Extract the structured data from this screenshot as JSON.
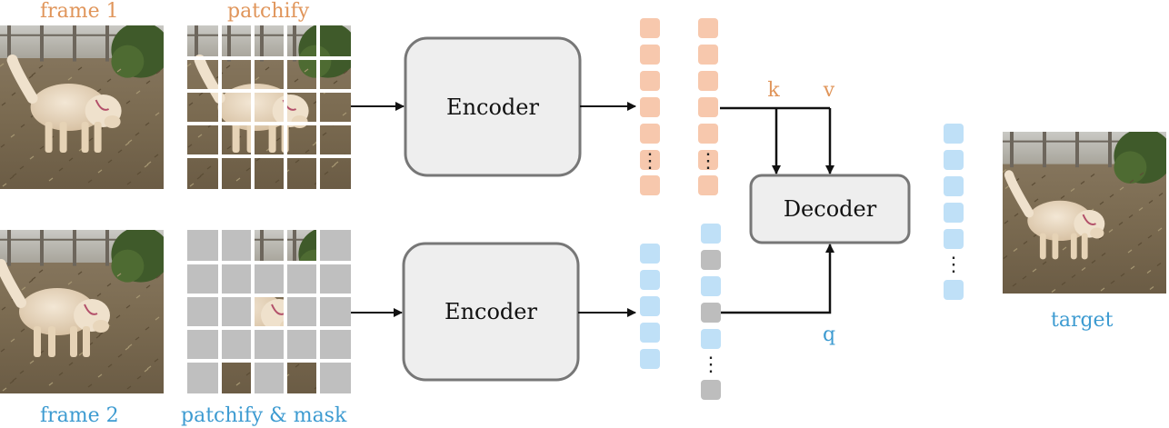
{
  "labels": {
    "frame1": "frame 1",
    "patchify": "patchify",
    "frame2": "frame 2",
    "patchify_mask": "patchify & mask",
    "target": "target"
  },
  "blocks": {
    "encoder_top": "Encoder",
    "encoder_bottom": "Encoder",
    "decoder": "Decoder"
  },
  "attention": {
    "k": "k",
    "v": "v",
    "q": "q"
  },
  "ellipsis": "⋮",
  "colors": {
    "orange_text": "#e0955a",
    "blue_text": "#3d9bd1",
    "orange_token": "#f7c8ad",
    "blue_token": "#bfe0f7",
    "gray_token": "#bdbdbd",
    "mask_patch": "#bfbfbf",
    "box_fill": "#eeeeee",
    "box_stroke": "#777777"
  },
  "tokens": {
    "top_col1": [
      "orange",
      "orange",
      "orange",
      "orange",
      "orange",
      "orange"
    ],
    "top_col2": [
      "orange",
      "orange",
      "orange",
      "orange",
      "orange",
      "orange"
    ],
    "bot_col1": [
      "blue",
      "blue",
      "blue",
      "blue",
      "blue"
    ],
    "bot_col2": [
      "blue",
      "gray",
      "blue",
      "gray",
      "blue"
    ],
    "bot_col2_tail": [
      "gray"
    ],
    "target_col": [
      "blue",
      "blue",
      "blue",
      "blue",
      "blue"
    ],
    "target_col_tail": [
      "blue"
    ]
  },
  "mask_grid_visible": [
    [
      0,
      2
    ],
    [
      0,
      3
    ],
    [
      2,
      2
    ],
    [
      4,
      1
    ],
    [
      4,
      3
    ]
  ],
  "images": [
    {
      "name": "frame1-image",
      "subject": "dog on grass"
    },
    {
      "name": "patchify-image",
      "subject": "dog on grass"
    },
    {
      "name": "frame2-image",
      "subject": "dog on grass"
    },
    {
      "name": "target-image",
      "subject": "dog on grass"
    }
  ]
}
